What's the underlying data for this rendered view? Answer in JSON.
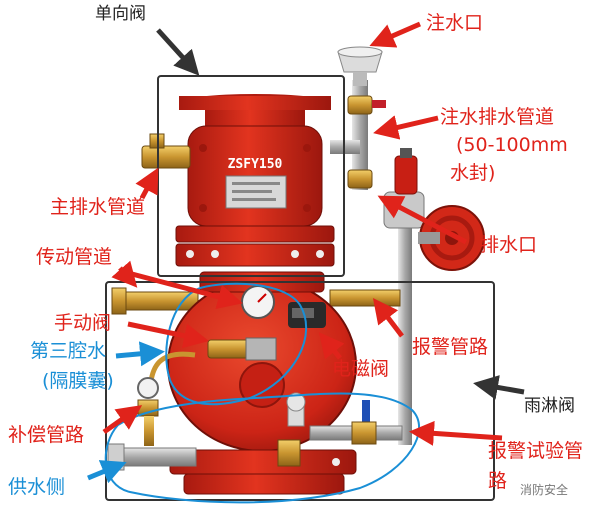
{
  "valve": {
    "body_color": "#d92a1c",
    "outline_color": "#2b2b2b",
    "arrow_red": "#e0231b",
    "arrow_blue": "#1a8fd6",
    "arrow_black": "#333333",
    "check_valve_marking": "ZSFY150"
  },
  "labels": {
    "check_valve": "单向阀",
    "water_fill_port": "注水口",
    "fill_drain_pipe_line1": "注水排水管道",
    "fill_drain_pipe_line2": "(50-100mm",
    "fill_drain_pipe_line3": "水封)",
    "main_drain_pipe": "主排水管道",
    "drain_port": "排水口",
    "transmission_pipe": "传动管道",
    "manual_valve": "手动阀",
    "alarm_pipe": "报警管路",
    "third_chamber_line1": "第三腔水",
    "third_chamber_line2": "(隔膜囊)",
    "solenoid_valve": "电磁阀",
    "deluge_valve": "雨淋阀",
    "compensation_pipe": "补偿管路",
    "alarm_test_pipe_line1": "报警试验管",
    "alarm_test_pipe_line2": "路",
    "supply_side": "供水侧",
    "watermark": "消防安全"
  }
}
